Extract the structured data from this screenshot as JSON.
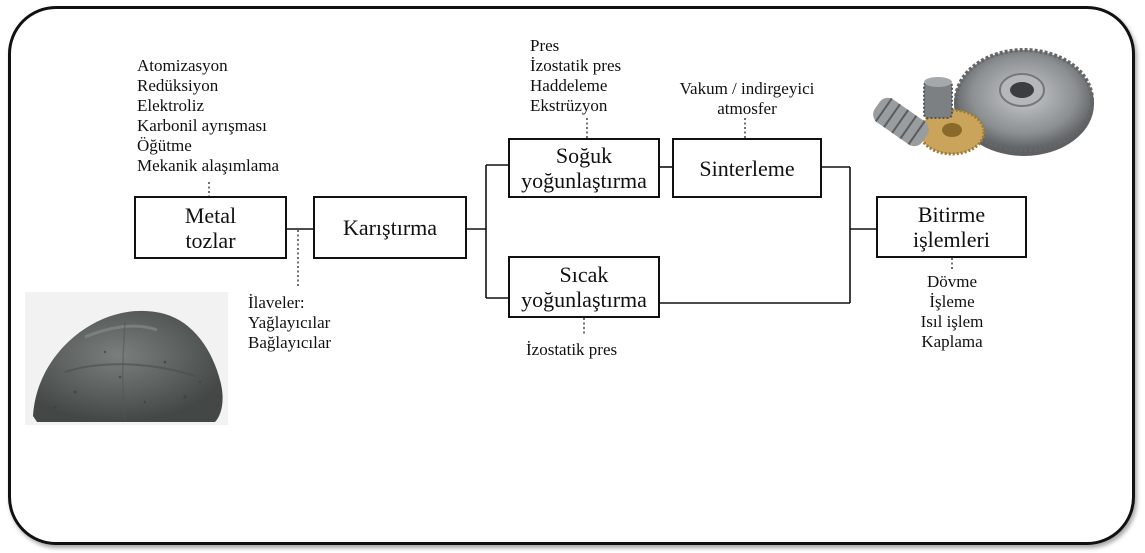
{
  "boxes": {
    "metal_tozlar": "Metal\ntozlar",
    "karistirma": "Karıştırma",
    "soguk": "Soğuk\nyoğunlaştırma",
    "sicak": "Sıcak\nyoğunlaştırma",
    "sinterleme": "Sinterleme",
    "bitirme": "Bitirme\nişlemleri"
  },
  "powder_methods": [
    "Atomizasyon",
    "Redüksiyon",
    "Elektroliz",
    "Karbonil ayrışması",
    "Öğütme",
    "Mekanik alaşımlama"
  ],
  "cold_methods": [
    "Pres",
    "İzostatik pres",
    "Haddeleme",
    "Ekstrüzyon"
  ],
  "sinter_note": "Vakum / indirgeyici\natmosfer",
  "additives": [
    "İlaveler:",
    "Yağlayıcılar",
    "Bağlayıcılar"
  ],
  "hot_methods": [
    "İzostatik pres"
  ],
  "finish_methods": [
    "Dövme",
    "İşleme",
    "Isıl işlem",
    "Kaplama"
  ],
  "colors": {
    "line": "#111111",
    "powder": "#5f6462",
    "gear_steel": "#8c8f92",
    "gear_brass": "#c9a45a"
  },
  "images": {
    "powder_photo": "metal-powder-pile",
    "gears_photo": "gear-set"
  }
}
